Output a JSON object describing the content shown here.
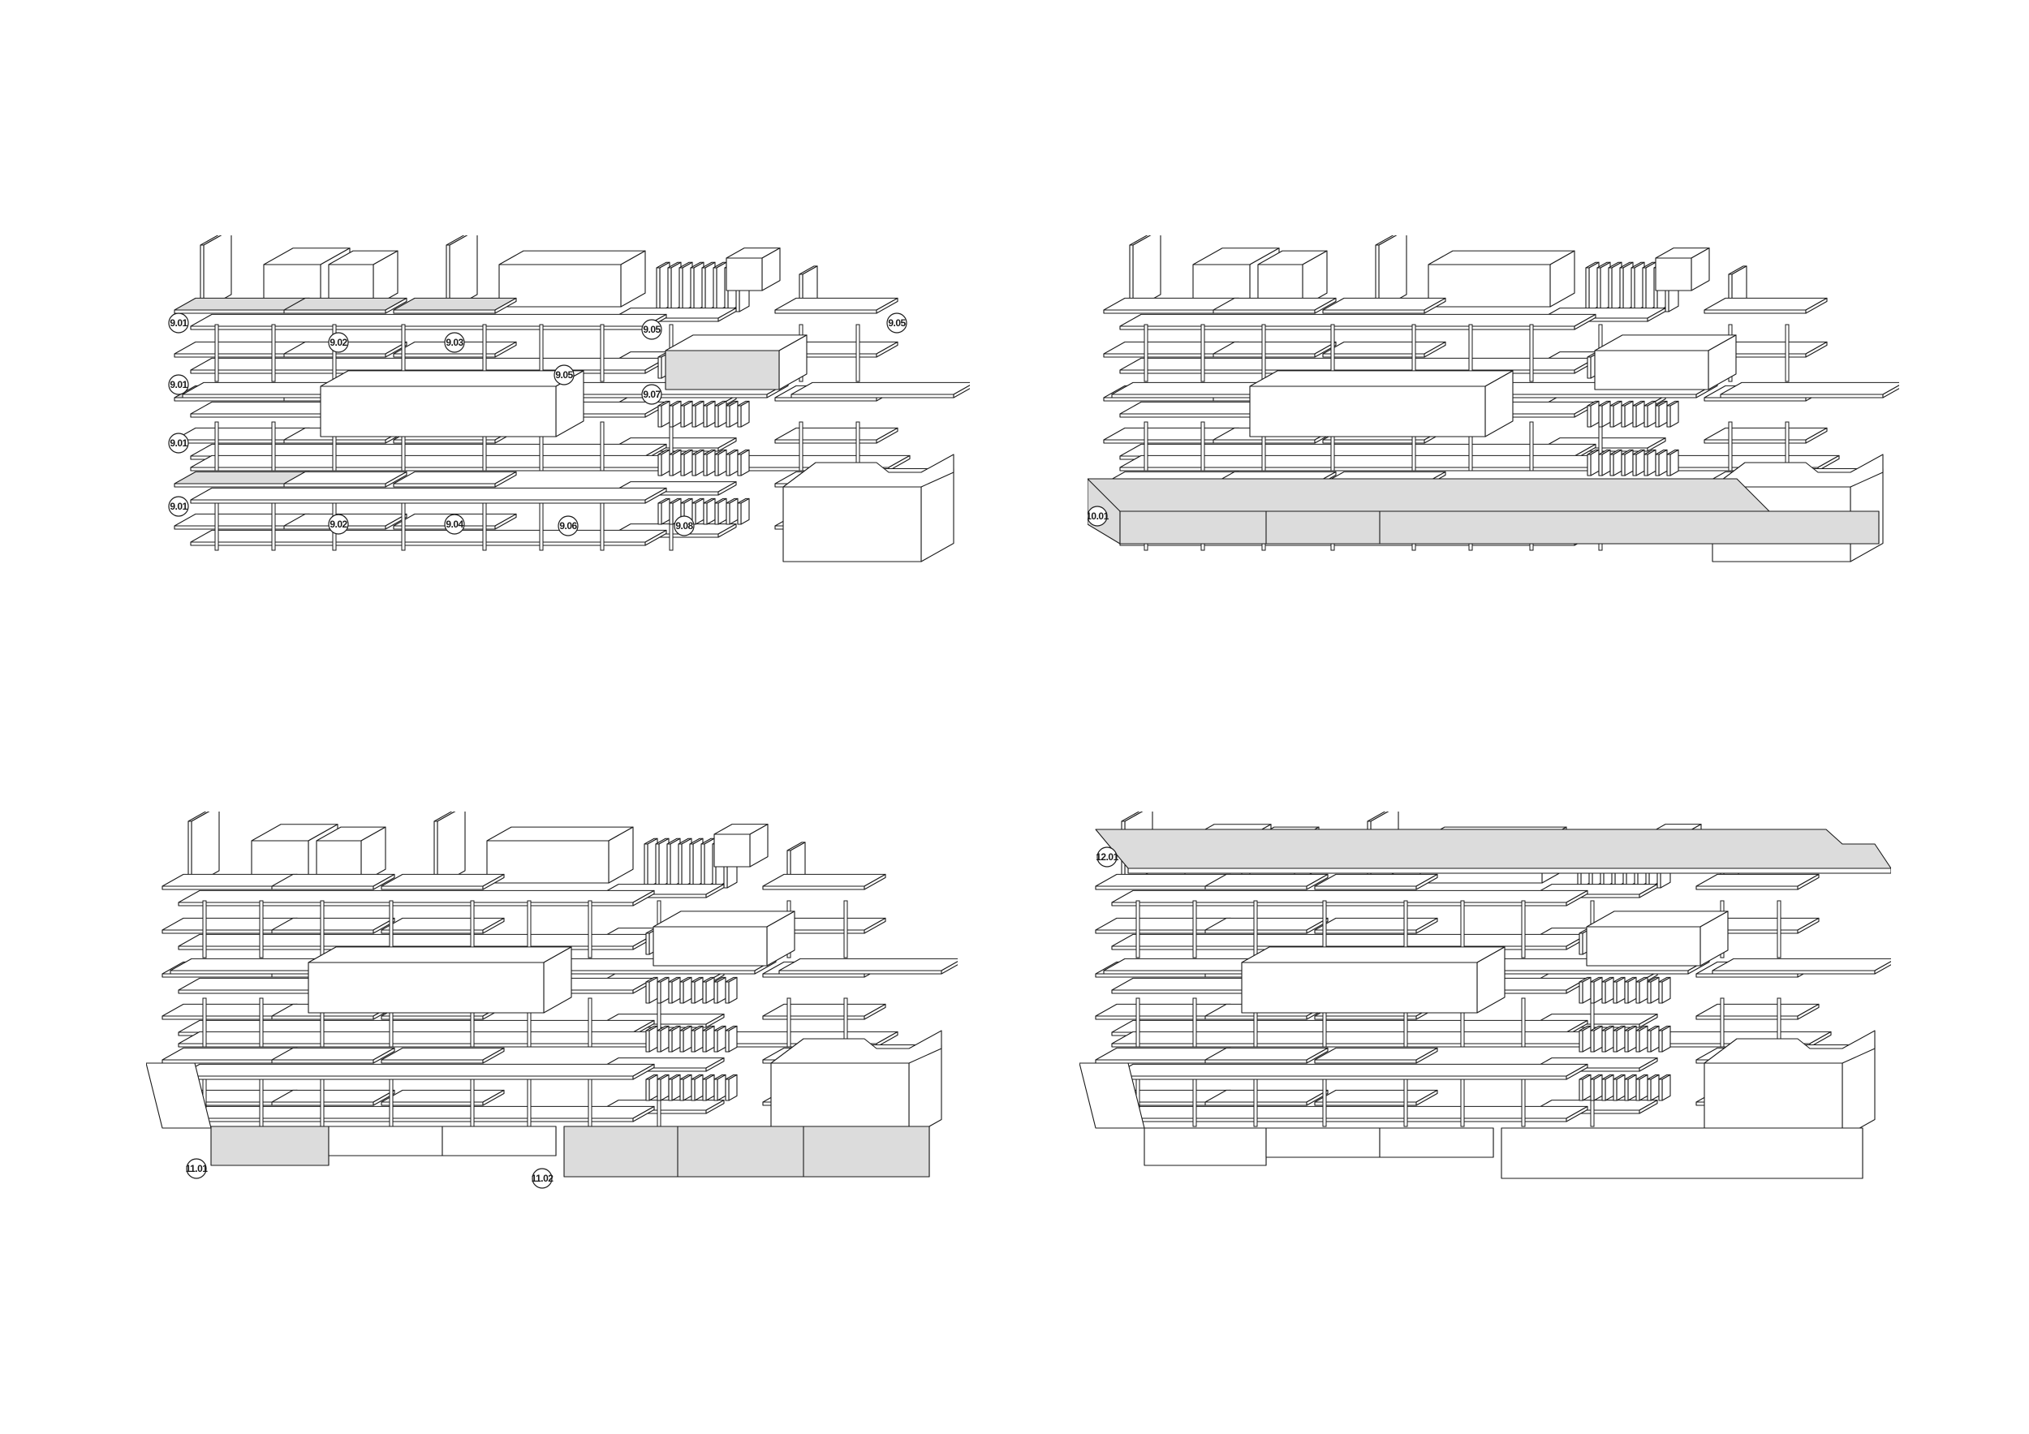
{
  "colors": {
    "line": "#1a1a1a",
    "paper": "#ffffff",
    "highlight": "#dcdcdc"
  },
  "panels": [
    {
      "highlight": "storey-09-elements",
      "tags": [
        "9.01",
        "9.01",
        "9.01",
        "9.01",
        "9.02",
        "9.02",
        "9.03",
        "9.04",
        "9.05",
        "9.05",
        "9.05",
        "9.06",
        "9.07",
        "9.08"
      ]
    },
    {
      "highlight": "podium",
      "tags": [
        "10.01"
      ]
    },
    {
      "highlight": "plinth-blocks",
      "tags": [
        "11.01",
        "11.02"
      ]
    },
    {
      "highlight": "roof-slab",
      "tags": [
        "12.01"
      ]
    }
  ]
}
